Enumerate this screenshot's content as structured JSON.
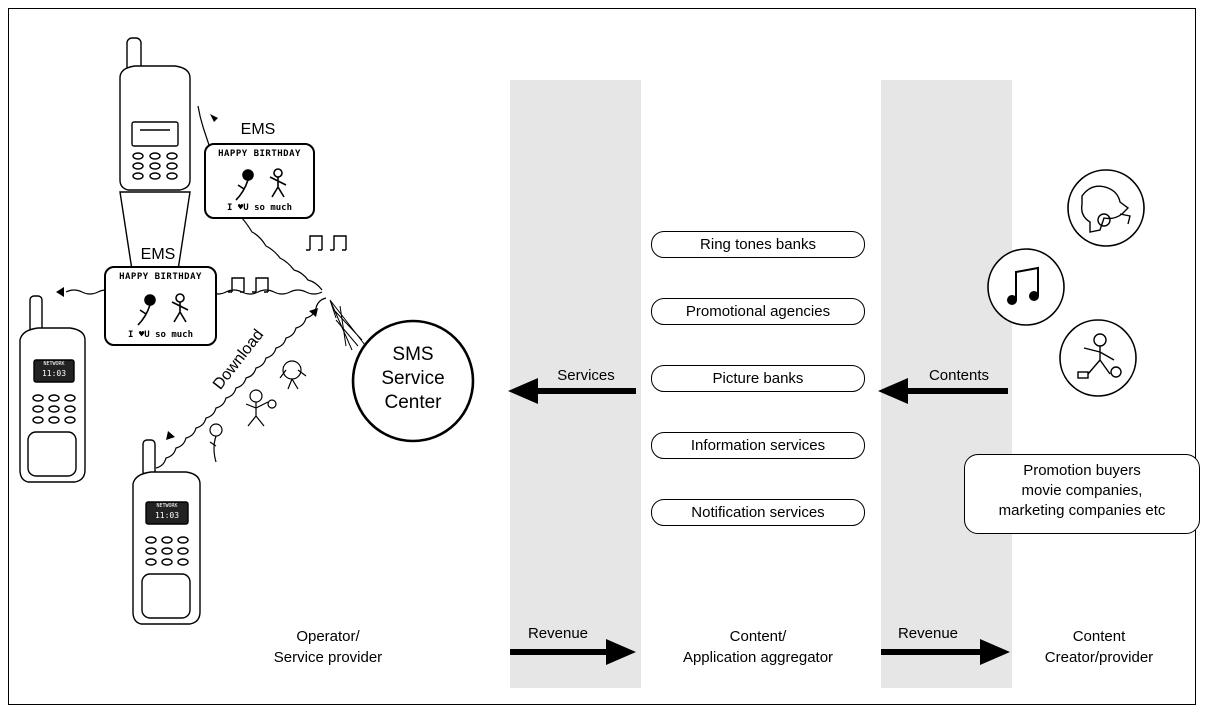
{
  "ems_top_label": "EMS",
  "ems_left_label": "EMS",
  "ems_message": {
    "headline": "HAPPY BIRTHDAY",
    "footer": "I ♥U so much"
  },
  "download_label": "Download",
  "sms_center": {
    "line1": "SMS",
    "line2": "Service",
    "line3": "Center"
  },
  "arrow_labels": {
    "services": "Services",
    "contents": "Contents",
    "revenue_1": "Revenue",
    "revenue_2": "Revenue"
  },
  "aggregator_items": [
    "Ring tones banks",
    "Promotional agencies",
    "Picture banks",
    "Information services",
    "Notification services"
  ],
  "promotion_box": {
    "line1": "Promotion buyers",
    "line2": "movie companies,",
    "line3": "marketing companies etc"
  },
  "column_labels": {
    "operator": [
      "Operator/",
      "Service provider"
    ],
    "aggregator": [
      "Content/",
      "Application aggregator"
    ],
    "creator": [
      "Content",
      "Creator/provider"
    ]
  },
  "phone_screen_text": [
    "NETWORK",
    "11:03"
  ]
}
